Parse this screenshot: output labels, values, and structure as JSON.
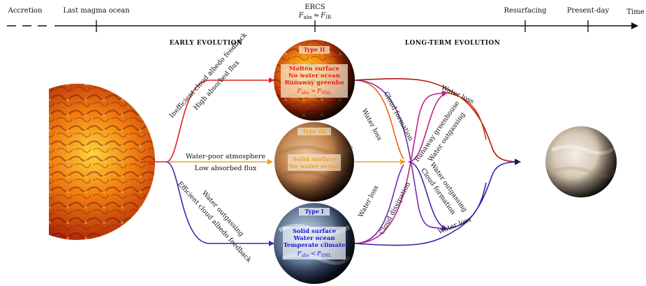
{
  "timeline": {
    "accretion": "Accretion",
    "last_magma_ocean": "Last magma ocean",
    "ercs": "ERCS",
    "ercs_eq_lhs": "F",
    "ercs_eq_lhs_sub": "abs",
    "ercs_eq_op": "≈",
    "ercs_eq_rhs": "F",
    "ercs_eq_rhs_sub": "IR",
    "resurfacing": "Resurfacing",
    "present_day": "Present-day",
    "time": "Time"
  },
  "sections": {
    "early": "EARLY EVOLUTION",
    "long_term": "LONG-TERM EVOLUTION"
  },
  "early_paths": {
    "upper_1": "Inefficient cloud albedo feedback",
    "upper_2": "High absorbed flux",
    "mid_1": "Water-poor atmosphere",
    "mid_2": "Low absorbed flux",
    "lower_1": "Water outgassing",
    "lower_2": "Efficient cloud albedo feedback"
  },
  "planets": {
    "type2": {
      "tag": "Type II",
      "lines": [
        "Molten surface",
        "No water ocean",
        "Runaway greenho"
      ],
      "eq_lhs": "F",
      "eq_lhs_sub": "abs",
      "eq_op": ">",
      "eq_rhs": "F",
      "eq_rhs_sub": "SNL"
    },
    "type3": {
      "tag": "Type III",
      "lines": [
        "Solid surface",
        "No water ocean"
      ]
    },
    "type1": {
      "tag": "Type I",
      "lines": [
        "Solid surface",
        "Water ocean",
        "Temperate climate"
      ],
      "eq_lhs": "F",
      "eq_lhs_sub": "abs",
      "eq_op": "<",
      "eq_rhs": "F",
      "eq_rhs_sub": "SNL"
    }
  },
  "long_paths": {
    "water_loss_upper_left": "Water loss",
    "cloud_formation_upper": "Cloud formation",
    "water_loss_lower_left": "Water loss",
    "cloud_dissipation": "Cloud dissipation",
    "water_loss_top_right": "Water loss",
    "runaway_greenhouse": "Runaway greenhouse",
    "water_outgassing_upper": "Water outgassing",
    "water_outgassing_lower": "Water outgassing",
    "cloud_formation_lower": "Cloud formation",
    "water_loss_bottom_right": "Water loss"
  },
  "colors": {
    "red": "#e0201a",
    "orange": "#f0a020",
    "purple": "#4a22a8",
    "magenta": "#c0208a",
    "dark_red": "#7a1010",
    "type2_text": "#e0201a",
    "type3_text": "#f0a020",
    "type1_text": "#1a1ad0"
  }
}
